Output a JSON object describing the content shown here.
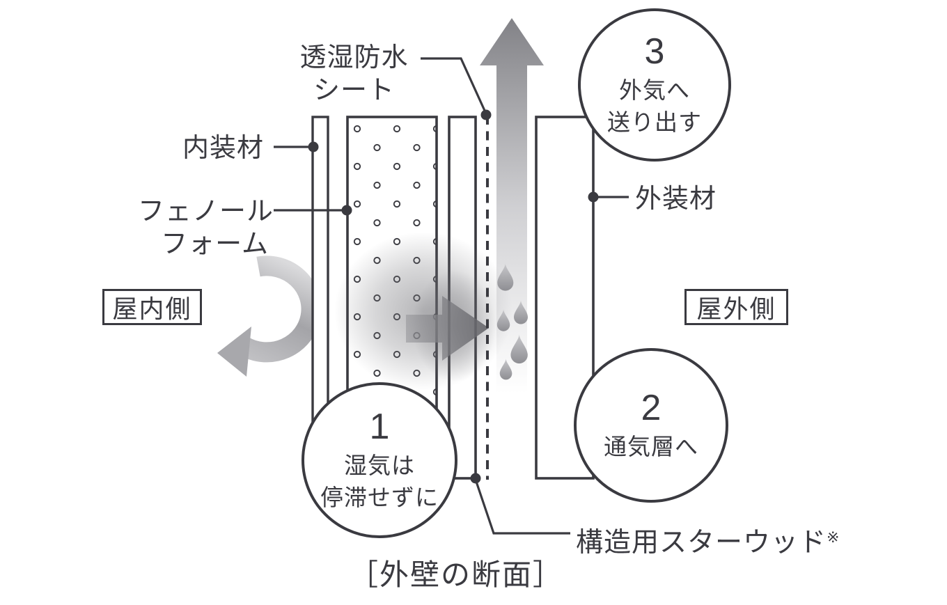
{
  "figure": {
    "caption": "［外壁の断面］",
    "labels": {
      "sheet_line1": "透湿防水",
      "sheet_line2": "シート",
      "interior": "内装材",
      "phenol_line1": "フェノール",
      "phenol_line2": "フォーム",
      "indoor": "屋内側",
      "outdoor": "屋外側",
      "exterior": "外装材",
      "starwood": "構造用スターウッド",
      "note_mark": "※"
    },
    "steps": [
      {
        "number": "1",
        "line1": "湿気は",
        "line2": "停滞せずに"
      },
      {
        "number": "2",
        "line1": "通気層へ",
        "line2": ""
      },
      {
        "number": "3",
        "line1": "外気へ",
        "line2": "送り出す"
      }
    ],
    "colors": {
      "ink": "#3a3a40",
      "up_arrow_top": "#828287",
      "up_arrow_bottom": "#ffffff",
      "moisture_arrow": "#6e6e72",
      "droplet": "#8e8e93",
      "background": "#ffffff"
    }
  }
}
